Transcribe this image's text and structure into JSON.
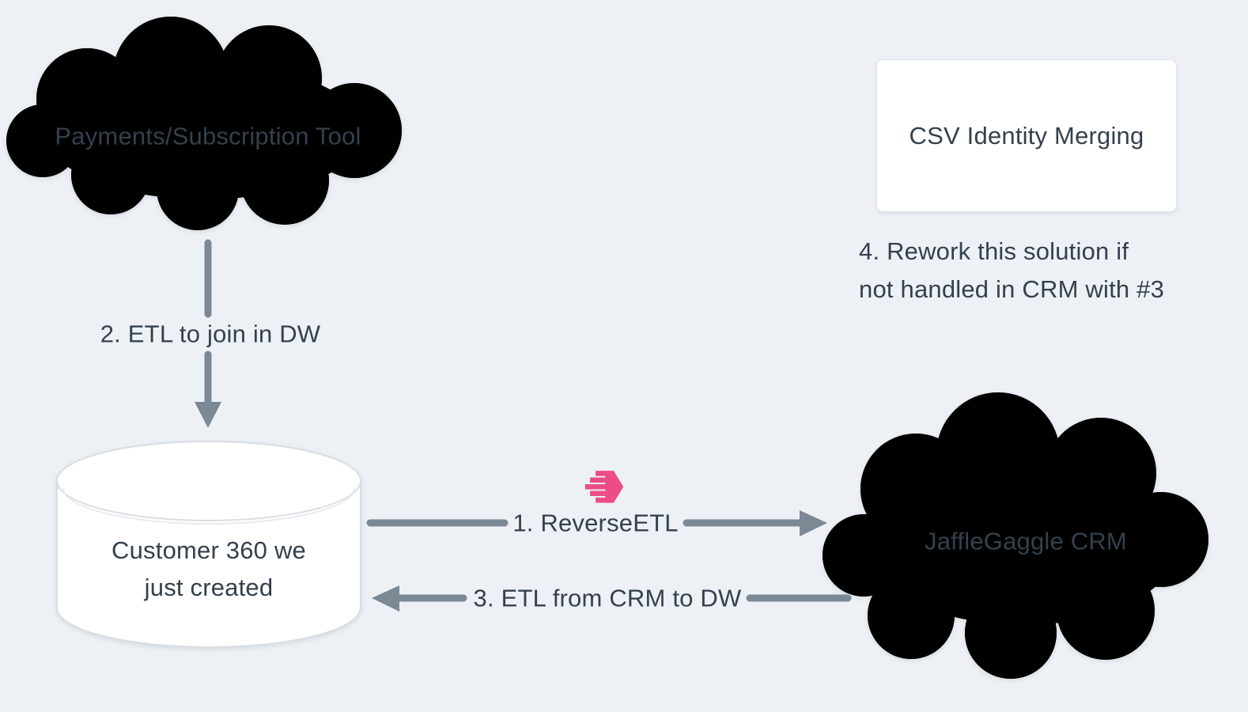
{
  "diagram": {
    "type": "architecture-flow",
    "background": "#edf1f5",
    "colors": {
      "node_fill": "#ffffff",
      "node_border": "#d9dee4",
      "text": "#34404d",
      "arrow": "#7b8995",
      "logo_pink": "#ec4d84"
    },
    "nodes": {
      "payments_cloud": {
        "shape": "cloud",
        "label": "Payments/Subscription Tool"
      },
      "csv_box": {
        "shape": "rounded-rectangle",
        "label": "CSV Identity Merging"
      },
      "customer360_db": {
        "shape": "database-cylinder",
        "label": "Customer 360 we just created",
        "lines": [
          "Customer 360 we",
          "just created"
        ]
      },
      "jafflegaggle_cloud": {
        "shape": "cloud",
        "label": "JaffleGaggle CRM"
      }
    },
    "edges": {
      "etl_join_dw": {
        "label": "2. ETL to join in DW",
        "from": "payments_cloud",
        "to": "customer360_db",
        "direction": "down"
      },
      "reverse_etl": {
        "label": "1. ReverseETL",
        "from": "customer360_db",
        "to": "jafflegaggle_cloud",
        "direction": "right"
      },
      "etl_crm_to_dw": {
        "label": "3. ETL from CRM to DW",
        "from": "jafflegaggle_cloud",
        "to": "customer360_db",
        "direction": "left"
      }
    },
    "notes": {
      "rework": {
        "lines": [
          "4. Rework this solution if",
          "not handled in CRM with #3"
        ]
      }
    },
    "icons": {
      "hightouch_logo": "hightouch-speeding-hexagon-icon"
    }
  }
}
